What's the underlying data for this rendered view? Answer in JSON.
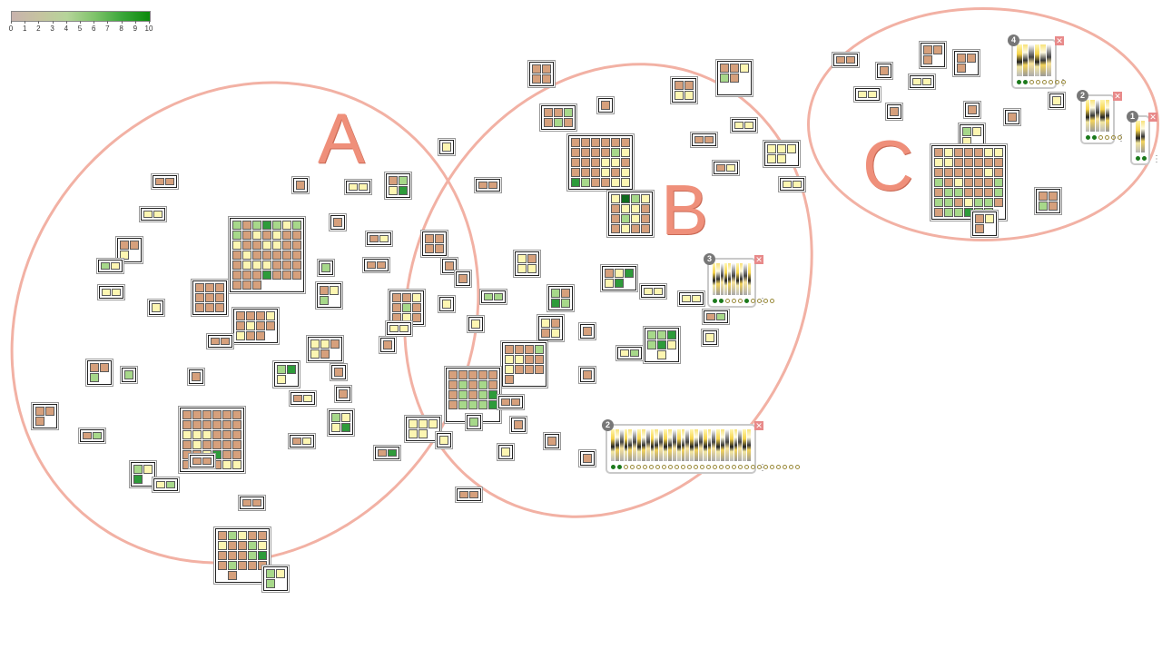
{
  "legend": {
    "ticks": [
      "0",
      "1",
      "2",
      "3",
      "4",
      "5",
      "6",
      "7",
      "8",
      "9",
      "10"
    ],
    "gradient": [
      "#c8b3ad",
      "#c6c3a0",
      "#b6d49a",
      "#7fc36a",
      "#3aa63a",
      "#0b8a0b"
    ]
  },
  "clusters": [
    {
      "label": "A",
      "color": "#f2b1a4"
    },
    {
      "label": "B",
      "color": "#f2b1a4"
    },
    {
      "label": "C",
      "color": "#f2b1a4"
    }
  ],
  "cell_colors": {
    "t": "#d6a07c",
    "y": "#fdf6b2",
    "g": "#a7d88a",
    "G": "#2e9b3a",
    "D": "#0f6a1e",
    "p": "#f3dc9b"
  },
  "cards": [
    {
      "badge": "4",
      "close": "✕",
      "more": "⋮",
      "strips": 6,
      "dots": [
        1,
        1,
        0,
        0,
        0,
        0,
        0,
        0
      ]
    },
    {
      "badge": "2",
      "close": "✕",
      "more": "⋮",
      "strips": 5,
      "dots": [
        1,
        1,
        0,
        0,
        0,
        0
      ]
    },
    {
      "badge": "1",
      "close": "✕",
      "more": "⋮",
      "strips": 2,
      "dots": [
        1,
        1
      ]
    },
    {
      "badge": "3",
      "close": "✕",
      "more": "⋮",
      "strips": 10,
      "dots": [
        1,
        1,
        0,
        0,
        0,
        1,
        0,
        0,
        0,
        0
      ]
    },
    {
      "badge": "2",
      "close": "✕",
      "more": "⋮",
      "strips": 32,
      "dots": [
        1,
        1,
        0,
        0,
        0,
        0,
        0,
        0,
        0,
        0,
        0,
        0,
        0,
        0,
        0,
        0,
        0,
        0,
        0,
        0,
        0,
        0,
        0,
        0,
        0,
        0,
        0,
        0,
        0,
        0
      ]
    }
  ]
}
